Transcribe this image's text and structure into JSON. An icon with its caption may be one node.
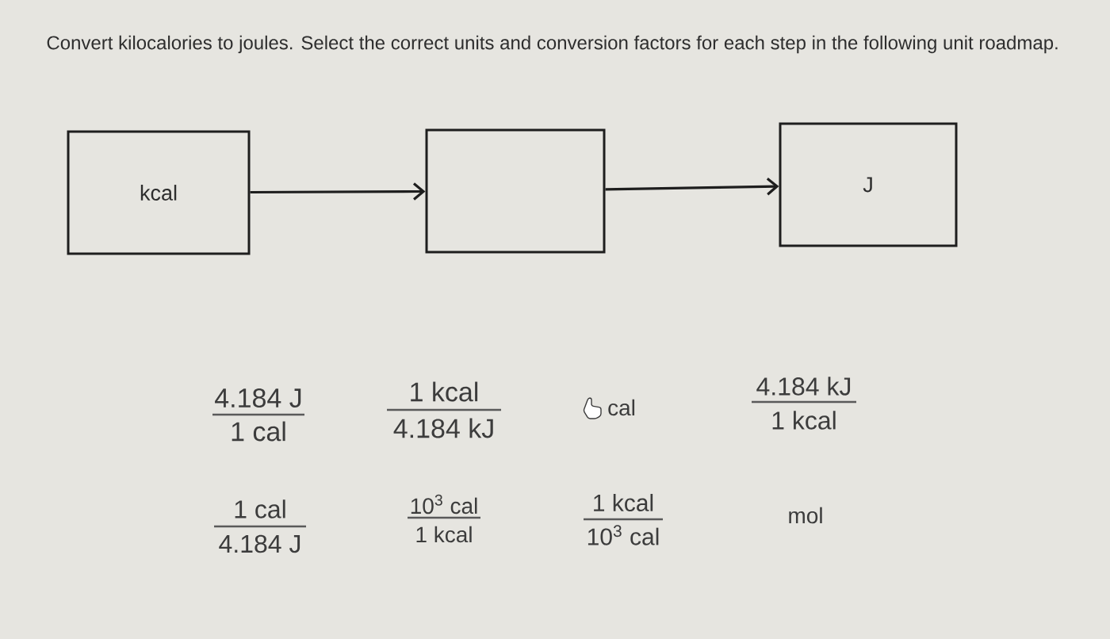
{
  "diagram": {
    "title": "Convert kilocalories to joules. Select the correct units and conversion factors for each step in the following unit roadmap.",
    "nodes": [
      {
        "text": [
          "kcal"
        ]
      },
      {
        "text": [],
        "shape": "box"
      },
      {
        "text": [
          "J"
        ]
      }
    ],
    "edges": [
      {
        "from": 0,
        "to": 1,
        "arrow": "to"
      },
      {
        "from": 1,
        "to": 2,
        "arrow": "to"
      }
    ],
    "labels": [
      "4.184 J",
      "1 cal",
      "1 kcal",
      "4.184 kJ",
      "cal",
      "4.184 kJ",
      "1 kcal",
      "1 cal",
      "4.184 J",
      "10$^{3}$ cal",
      "1 kcal",
      "1 kcal",
      "10$^{3}$ cal",
      "mol"
    ]
  }
}
